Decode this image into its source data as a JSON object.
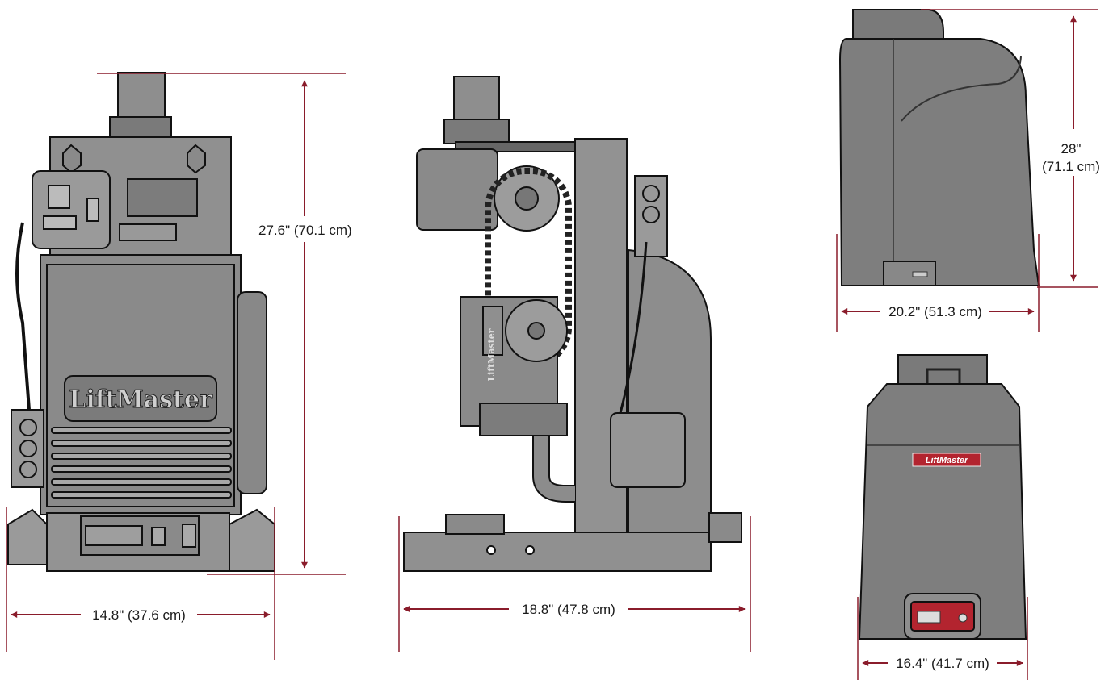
{
  "colors": {
    "dimension_line": "#8a1c2b",
    "dimension_text": "#1a1a1a",
    "body_fill": "#8e8e8e",
    "body_dark": "#6f6f6f",
    "cover_fill": "#7d7d7d",
    "outline": "#111111",
    "badge_red": "#b3242f",
    "background": "#ffffff"
  },
  "views": {
    "front": {
      "height_label": "27.6\" (70.1 cm)",
      "width_label": "14.8\" (37.6 cm)",
      "brand": "LiftMaster"
    },
    "side": {
      "width_label": "18.8\" (47.8 cm)",
      "brand": "LiftMaster"
    },
    "cover_side": {
      "height_label_line1": "28\"",
      "height_label_line2": "(71.1 cm)",
      "width_label": "20.2\" (51.3 cm)"
    },
    "cover_front": {
      "width_label": "16.4\" (41.7 cm)",
      "brand": "LiftMaster"
    }
  }
}
